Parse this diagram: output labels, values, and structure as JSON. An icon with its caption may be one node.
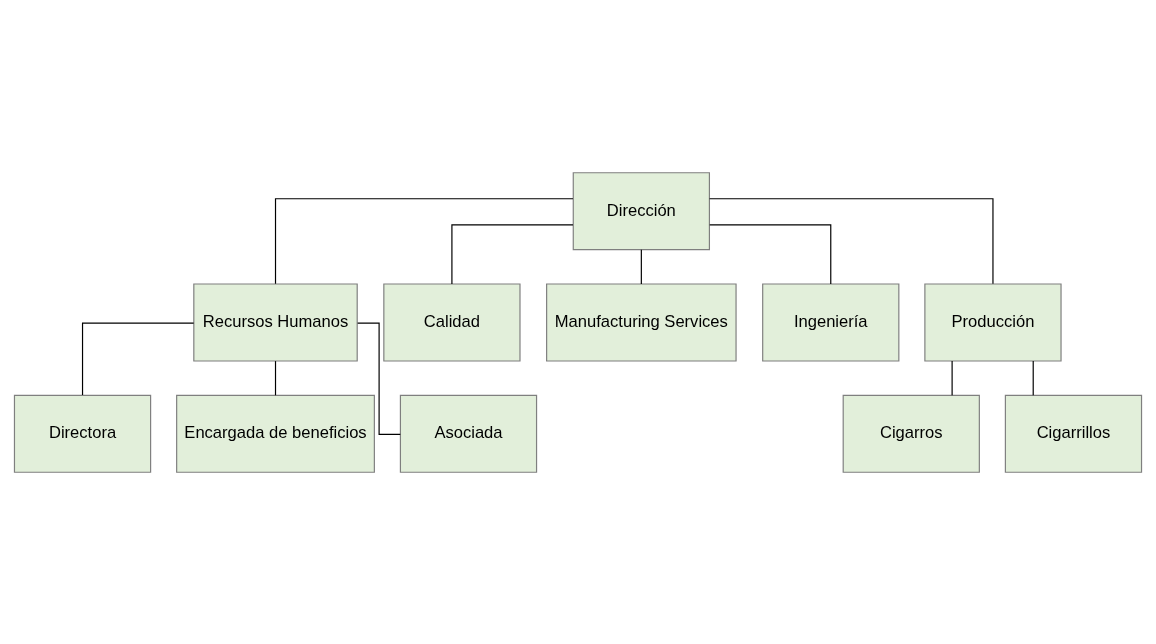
{
  "diagram": {
    "nodes": [
      {
        "text": [
          "Dirección"
        ]
      },
      {
        "text": [
          "Recursos Humanos"
        ]
      },
      {
        "text": [
          "Calidad"
        ]
      },
      {
        "text": [
          "Manufacturing Services"
        ]
      },
      {
        "text": [
          "Ingeniería"
        ]
      },
      {
        "text": [
          "Producción"
        ]
      },
      {
        "text": [
          "Directora"
        ]
      },
      {
        "text": [
          "Encargada de beneficios"
        ]
      },
      {
        "text": [
          "Asociada"
        ]
      },
      {
        "text": [
          "Cigarros"
        ]
      },
      {
        "text": [
          "Cigarrillos"
        ]
      }
    ],
    "edges": [
      {
        "from": 0,
        "to": 1,
        "arrow": "none"
      },
      {
        "from": 0,
        "to": 2,
        "arrow": "none"
      },
      {
        "from": 0,
        "to": 3,
        "arrow": "none"
      },
      {
        "from": 0,
        "to": 4,
        "arrow": "none"
      },
      {
        "from": 0,
        "to": 5,
        "arrow": "none"
      },
      {
        "from": 1,
        "to": 6,
        "arrow": "none"
      },
      {
        "from": 1,
        "to": 7,
        "arrow": "none"
      },
      {
        "from": 1,
        "to": 8,
        "arrow": "none"
      },
      {
        "from": 5,
        "to": 9,
        "arrow": "none"
      },
      {
        "from": 5,
        "to": 10,
        "arrow": "none"
      }
    ]
  }
}
